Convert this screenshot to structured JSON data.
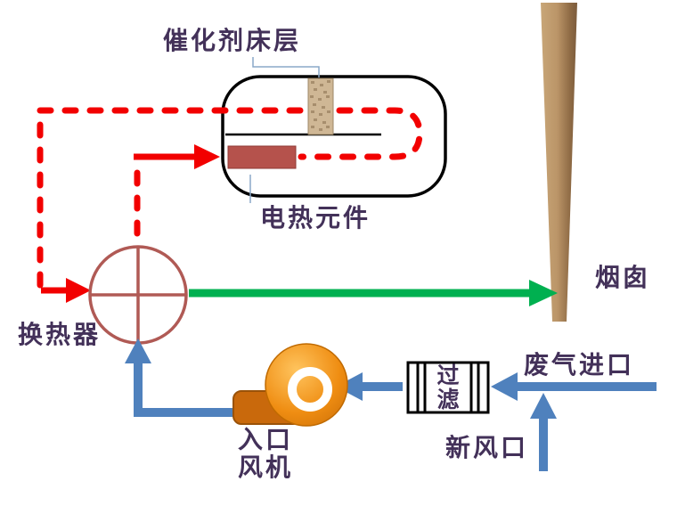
{
  "diagram": {
    "labels": {
      "catalyst_bed": "催化剂床层",
      "heating_element": "电热元件",
      "chimney": "烟囱",
      "heat_exchanger": "换热器",
      "inlet_fan_line1": "入口",
      "inlet_fan_line2": "风机",
      "filter_char1": "过",
      "filter_char2": "滤",
      "waste_gas_inlet": "废气进口",
      "fresh_air_inlet": "新风口"
    },
    "colors": {
      "label_text": "#433159",
      "hot_gas_dash_red": "#f20000",
      "treated_gas_green": "#00b050",
      "air_duct_blue": "#4f81bd",
      "heat_exchanger_outline": "#b05a55",
      "heating_element_fill": "#b5524c",
      "fan_orange": "#ef8d12",
      "chimney_brown": "#a97c50",
      "catalyst_tan": "#cfb795",
      "reactor_outline": "#000000"
    }
  }
}
